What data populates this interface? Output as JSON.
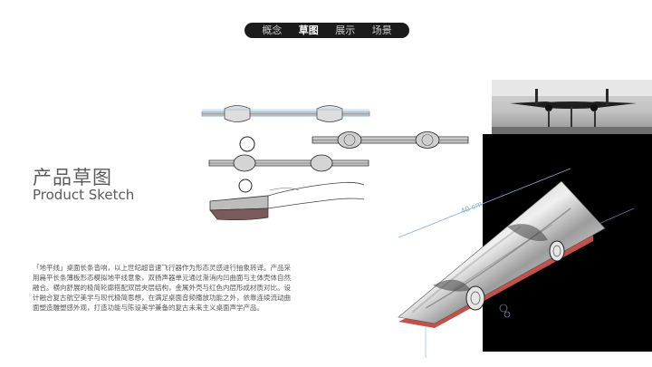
{
  "nav": {
    "tabs": [
      {
        "label": "概念"
      },
      {
        "label": "草图"
      },
      {
        "label": "展示"
      },
      {
        "label": "场景"
      }
    ],
    "active_index": 1
  },
  "section": {
    "title_cn": "产品草图",
    "title_en": "Product Sketch"
  },
  "description": "「地平线」桌面长条音响，以上世纪超音速飞行器作为形态灵感进行抽象转译。产品采用扁平长条薄板形态模拟地平线意象，双扬声器单元通过渐消内凹曲面与主体壳体自然融合。横向舒展的极简轮廓搭配双层夹层结构，金属外壳与红色内层形成材质对比。设计融合复古航空美学与现代极简思想，在满足桌面音频播放功能之外，依靠连续流动曲面塑造雕塑感外观，打造功能与陈设美学兼备的复古未来主义桌面声学产品。",
  "sketch_annotation": "40 cm",
  "colors": {
    "accent_red": "#c4504a",
    "sketch_blue": "#7fb0d0",
    "nav_bg": "#1b1b1b"
  }
}
